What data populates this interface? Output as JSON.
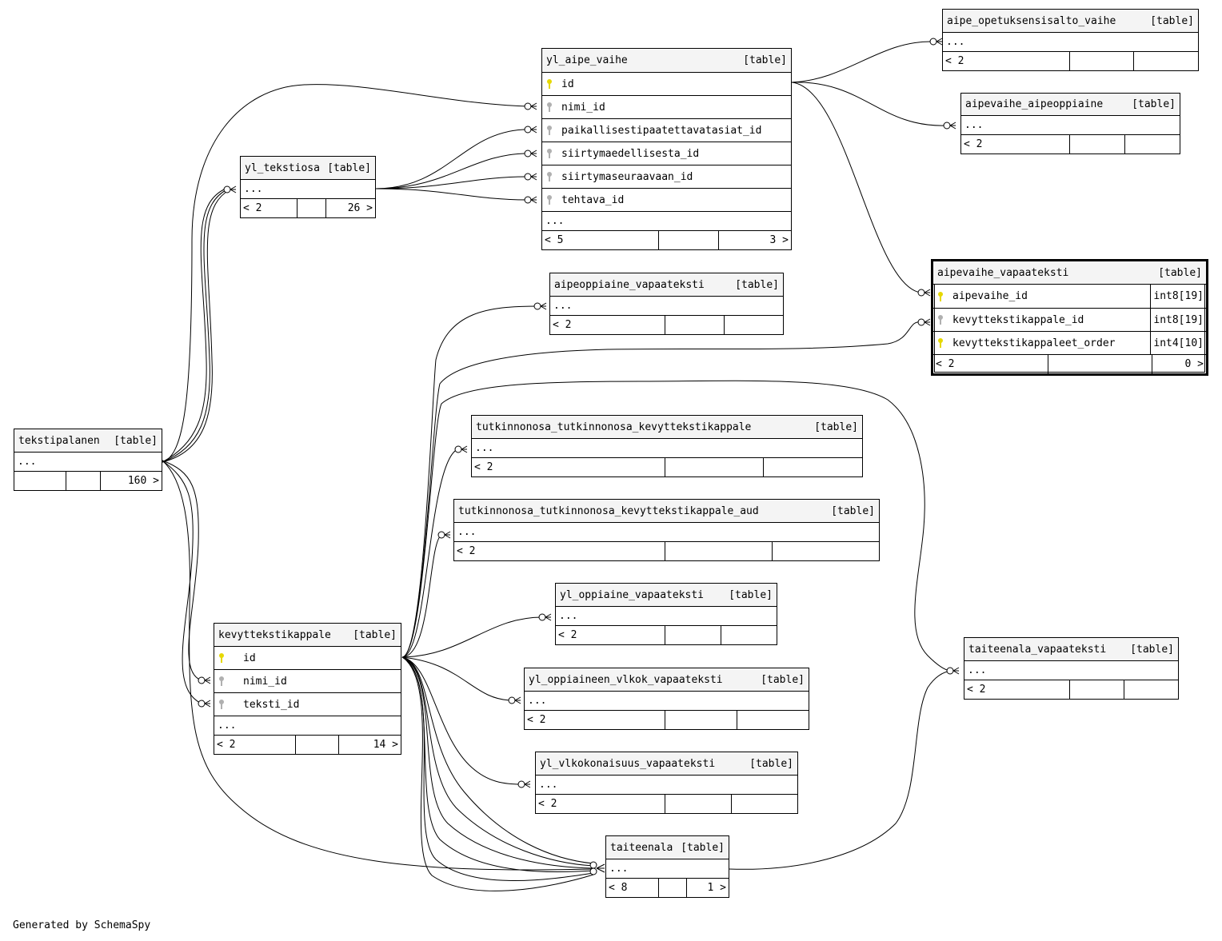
{
  "credit": "Generated by SchemaSpy",
  "key_colors": {
    "primary": "#e6d800",
    "foreign": "#b0b0b0"
  },
  "tables": {
    "aipe_opetuksensisalto_vaihe": {
      "name": "aipe_opetuksensisalto_vaihe",
      "kind": "[table]",
      "dots": "...",
      "foot": [
        "< 2",
        "",
        ""
      ]
    },
    "yl_aipe_vaihe": {
      "name": "yl_aipe_vaihe",
      "kind": "[table]",
      "columns": [
        {
          "key": "primary",
          "name": "id"
        },
        {
          "key": "foreign",
          "name": "nimi_id"
        },
        {
          "key": "foreign",
          "name": "paikallisestipaatettavatasiat_id"
        },
        {
          "key": "foreign",
          "name": "siirtymaedellisesta_id"
        },
        {
          "key": "foreign",
          "name": "siirtymaseuraavaan_id"
        },
        {
          "key": "foreign",
          "name": "tehtava_id"
        }
      ],
      "dots": "...",
      "foot": [
        "< 5",
        "",
        "3 >"
      ]
    },
    "aipevaihe_aipeoppiaine": {
      "name": "aipevaihe_aipeoppiaine",
      "kind": "[table]",
      "dots": "...",
      "foot": [
        "< 2",
        "",
        ""
      ]
    },
    "yl_tekstiosa": {
      "name": "yl_tekstiosa",
      "kind": "[table]",
      "dots": "...",
      "foot": [
        "< 2",
        "",
        "26 >"
      ]
    },
    "aipevaihe_vapaateksti": {
      "name": "aipevaihe_vapaateksti",
      "kind": "[table]",
      "columns": [
        {
          "key": "primary",
          "name": "aipevaihe_id",
          "type": "int8[19]"
        },
        {
          "key": "foreign",
          "name": "kevyttekstikappale_id",
          "type": "int8[19]"
        },
        {
          "key": "primary",
          "name": "kevyttekstikappaleet_order",
          "type": "int4[10]"
        }
      ],
      "foot": [
        "< 2",
        "",
        "0 >"
      ]
    },
    "aipeoppiaine_vapaateksti": {
      "name": "aipeoppiaine_vapaateksti",
      "kind": "[table]",
      "dots": "...",
      "foot": [
        "< 2",
        "",
        ""
      ]
    },
    "tekstipalanen": {
      "name": "tekstipalanen",
      "kind": "[table]",
      "dots": "...",
      "foot": [
        "",
        "",
        "160 >"
      ]
    },
    "tutkinnonosa_tutkinnonosa_kevyttekstikappale": {
      "name": "tutkinnonosa_tutkinnonosa_kevyttekstikappale",
      "kind": "[table]",
      "dots": "...",
      "foot": [
        "< 2",
        "",
        ""
      ]
    },
    "tutkinnonosa_tutkinnonosa_kevyttekstikappale_aud": {
      "name": "tutkinnonosa_tutkinnonosa_kevyttekstikappale_aud",
      "kind": "[table]",
      "dots": "...",
      "foot": [
        "< 2",
        "",
        ""
      ]
    },
    "yl_oppiaine_vapaateksti": {
      "name": "yl_oppiaine_vapaateksti",
      "kind": "[table]",
      "dots": "...",
      "foot": [
        "< 2",
        "",
        ""
      ]
    },
    "kevyttekstikappale": {
      "name": "kevyttekstikappale",
      "kind": "[table]",
      "columns": [
        {
          "key": "primary",
          "name": "id"
        },
        {
          "key": "foreign",
          "name": "nimi_id"
        },
        {
          "key": "foreign",
          "name": "teksti_id"
        }
      ],
      "dots": "...",
      "foot": [
        "< 2",
        "",
        "14 >"
      ]
    },
    "yl_oppiaineen_vlkok_vapaateksti": {
      "name": "yl_oppiaineen_vlkok_vapaateksti",
      "kind": "[table]",
      "dots": "...",
      "foot": [
        "< 2",
        "",
        ""
      ]
    },
    "taiteenala_vapaateksti": {
      "name": "taiteenala_vapaateksti",
      "kind": "[table]",
      "dots": "...",
      "foot": [
        "< 2",
        "",
        ""
      ]
    },
    "yl_vlkokonaisuus_vapaateksti": {
      "name": "yl_vlkokonaisuus_vapaateksti",
      "kind": "[table]",
      "dots": "...",
      "foot": [
        "< 2",
        "",
        ""
      ]
    },
    "taiteenala": {
      "name": "taiteenala",
      "kind": "[table]",
      "dots": "...",
      "foot": [
        "< 8",
        "",
        "1 >"
      ]
    }
  }
}
